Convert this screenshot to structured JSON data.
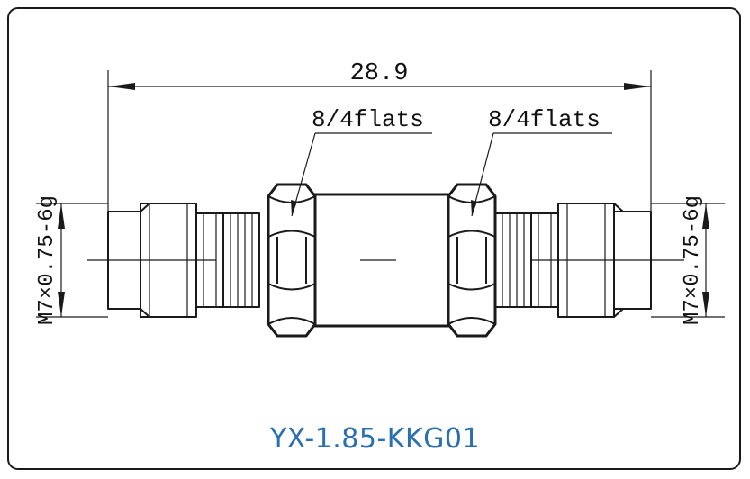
{
  "dimensions": {
    "overall_length": "28.9",
    "left_thread": "M7×0.75-6g",
    "right_thread": "M7×0.75-6g",
    "left_flats": "8/4flats",
    "right_flats": "8/4flats"
  },
  "model": {
    "name": "YX-1.85-KKG01",
    "color": "#2a6fb0"
  }
}
